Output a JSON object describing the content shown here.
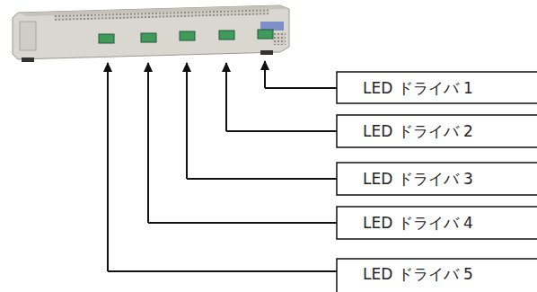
{
  "diagram": {
    "labels": [
      "LED ドライバ 1",
      "LED ドライバ 2",
      "LED ドライバ 3",
      "LED ドライバ 4",
      "LED ドライバ 5"
    ]
  }
}
